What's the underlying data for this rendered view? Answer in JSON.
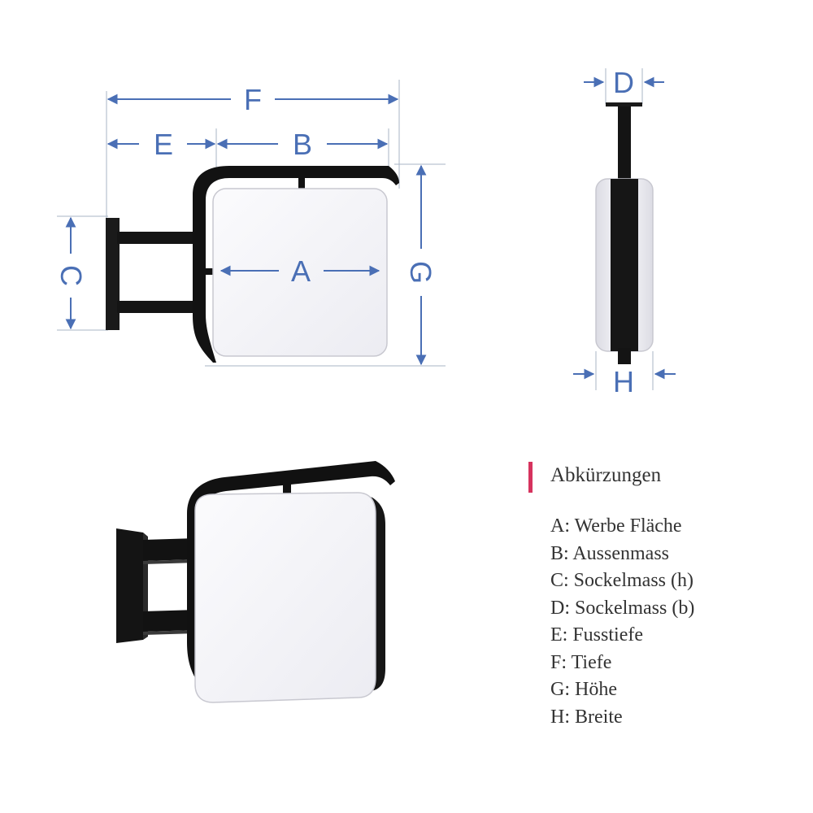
{
  "labels": {
    "A": "A",
    "B": "B",
    "C": "C",
    "D": "D",
    "E": "E",
    "F": "F",
    "G": "G",
    "H": "H"
  },
  "legend": {
    "title": "Abkürzungen",
    "items": [
      "A: Werbe Fläche",
      "B: Aussenmass",
      "C: Sockelmass (h)",
      "D: Sockelmass (b)",
      "E: Fusstiefe",
      "F: Tiefe",
      "G: Höhe",
      "H: Breite"
    ]
  },
  "colors": {
    "dimension": "#4a6fb5",
    "frame": "#111111",
    "panel": "#f3f3f7",
    "accent": "#d6335e",
    "text": "#333333"
  }
}
